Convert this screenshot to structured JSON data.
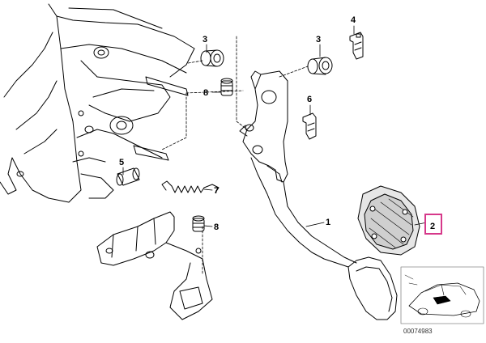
{
  "diagram": {
    "callouts": [
      {
        "id": "c1",
        "label": "1"
      },
      {
        "id": "c2",
        "label": "2"
      },
      {
        "id": "c3a",
        "label": "3"
      },
      {
        "id": "c3b",
        "label": "3"
      },
      {
        "id": "c4",
        "label": "4"
      },
      {
        "id": "c5",
        "label": "5"
      },
      {
        "id": "c6",
        "label": "6"
      },
      {
        "id": "c7",
        "label": "7"
      },
      {
        "id": "c8a",
        "label": "8"
      },
      {
        "id": "c8b",
        "label": "8"
      }
    ],
    "reference_number": "00074983",
    "highlight_color": "#d6388a"
  }
}
